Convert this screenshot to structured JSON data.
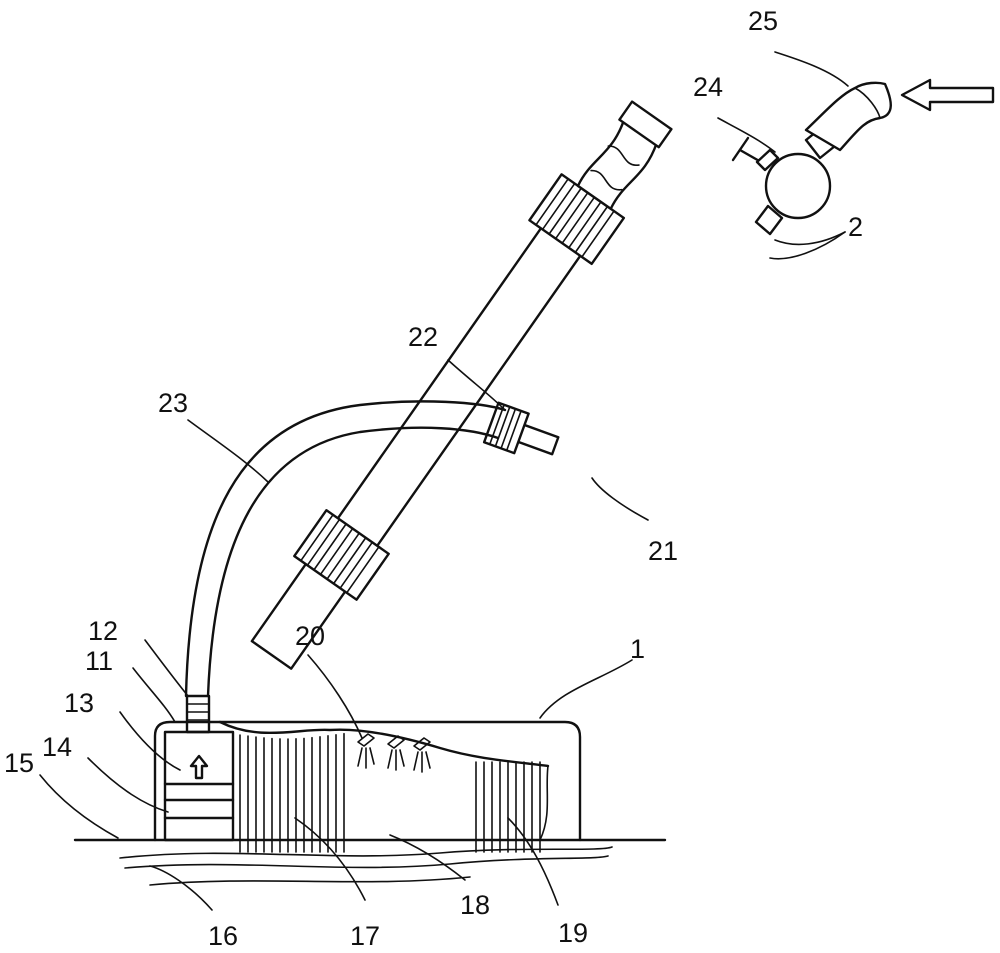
{
  "labels": {
    "l1": "1",
    "l2": "2",
    "l11": "11",
    "l12": "12",
    "l13": "13",
    "l14": "14",
    "l15": "15",
    "l16": "16",
    "l17": "17",
    "l18": "18",
    "l19": "19",
    "l20": "20",
    "l21": "21",
    "l22": "22",
    "l23": "23",
    "l24": "24",
    "l25": "25"
  },
  "icons": {
    "inflow_arrow": "left-arrow-icon",
    "chamber_arrow": "up-arrow-icon"
  }
}
